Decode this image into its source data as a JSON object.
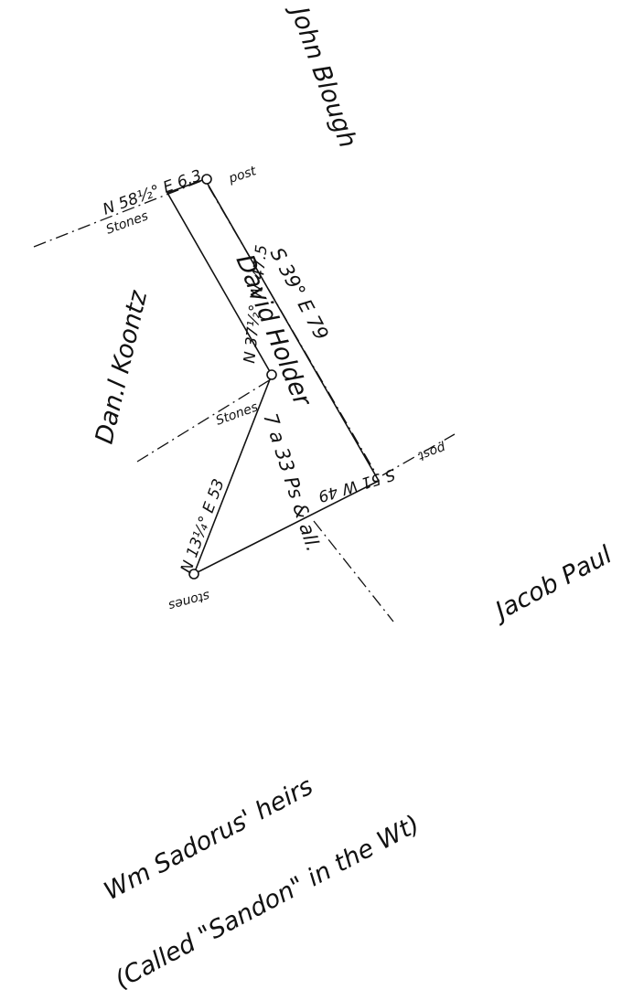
{
  "owners": {
    "north": "John Blough",
    "west": "Dan.l Koontz",
    "east": "Jacob Paul",
    "south_line1": "Wm Sadorus' heirs",
    "south_line2": "(Called \"Sandon\" in the Wt)"
  },
  "tract": {
    "owner": "David Holder",
    "acreage": "7 a 33 Ps & all."
  },
  "courses": [
    {
      "call": "N 58½° E 6.3"
    },
    {
      "call": "S 39° E 79"
    },
    {
      "call": "S 51 W 49"
    },
    {
      "call": "N 13¼° E 53"
    },
    {
      "call": "N 37½° W 47.5"
    }
  ],
  "corners": [
    {
      "label": "post"
    },
    {
      "label": "Stones"
    },
    {
      "label": "Stones"
    },
    {
      "label": "post"
    },
    {
      "label": "stones"
    }
  ]
}
